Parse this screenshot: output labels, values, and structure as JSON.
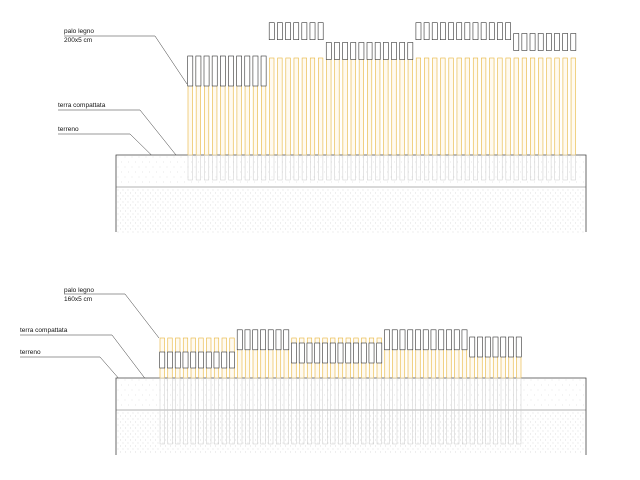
{
  "sections": [
    {
      "id": "sezione-200",
      "pole_label_line1": "palo legno",
      "pole_label_line2": "200x5 cm",
      "layer_top_label": "terra compattata",
      "layer_bottom_label": "terreno",
      "pole_length_cm": 200,
      "pole_width_cm": 5,
      "pole_count": 48,
      "panel_levels": [
        0,
        0,
        0,
        0,
        0,
        0,
        0,
        0,
        0,
        0,
        1,
        1,
        1,
        1,
        1,
        1,
        1,
        2,
        2,
        2,
        2,
        2,
        2,
        2,
        2,
        2,
        2,
        2,
        1,
        1,
        1,
        1,
        1,
        1,
        1,
        1,
        1,
        1,
        1,
        1,
        3,
        3,
        3,
        3,
        3,
        3,
        3,
        3
      ]
    },
    {
      "id": "sezione-160",
      "pole_label_line1": "palo legno",
      "pole_label_line2": "160x5 cm",
      "layer_top_label": "terra compattata",
      "layer_bottom_label": "terreno",
      "pole_length_cm": 160,
      "pole_width_cm": 5,
      "pole_count": 47,
      "panel_levels": [
        0,
        0,
        0,
        0,
        0,
        0,
        0,
        0,
        0,
        0,
        1,
        1,
        1,
        1,
        1,
        1,
        1,
        2,
        2,
        2,
        2,
        2,
        2,
        2,
        2,
        2,
        2,
        2,
        2,
        1,
        1,
        1,
        1,
        1,
        1,
        1,
        1,
        1,
        1,
        1,
        3,
        3,
        3,
        3,
        3,
        3,
        3
      ]
    }
  ]
}
